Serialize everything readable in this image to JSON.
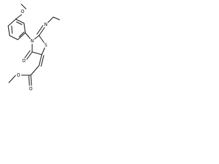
{
  "structure": {
    "atoms": {
      "methoxy_oxygen": "O",
      "ring_nitrogen": "N",
      "imine_nitrogen": "N",
      "ring_sulfur": "S",
      "carbonyl_oxygen": "O",
      "ester_carbonyl_oxygen": "O",
      "ester_oxygen": "O"
    }
  },
  "colors": {
    "bond": "#111111",
    "background": "#ffffff",
    "text": "#111111"
  }
}
